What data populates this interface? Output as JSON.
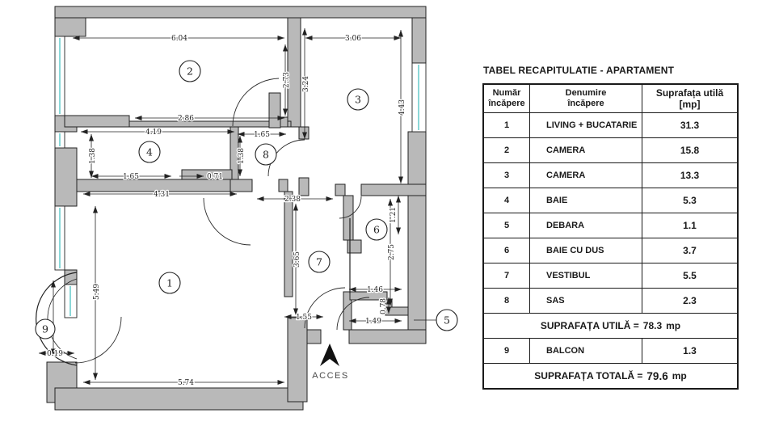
{
  "plan": {
    "acces_label": "ACCES",
    "rooms": {
      "n1": "1",
      "n2": "2",
      "n3": "3",
      "n4": "4",
      "n5": "5",
      "n6": "6",
      "n7": "7",
      "n8": "8",
      "n9": "9"
    },
    "dims": {
      "d604": "6.04",
      "d306": "3.06",
      "d273": "2.73",
      "d324": "3.24",
      "d443": "4.43",
      "d286": "2.86",
      "d419": "4.19",
      "d165a": "1.65",
      "d138a": "1.38",
      "d138b": "1.38",
      "d165b": "1.65",
      "d071": "0.71",
      "d431": "4.31",
      "d238": "2.38",
      "d365": "3.65",
      "d121": "1.21",
      "d275": "2.75",
      "d146": "1.46",
      "d078": "0.78",
      "d149": "1.49",
      "d155": "1.55",
      "d549": "5.49",
      "d574": "5.74",
      "d019": "0.19"
    },
    "colors": {
      "wall": "#b9b9b9",
      "window_glass": "#6ecfcf",
      "line": "#222222"
    }
  },
  "table": {
    "title": "TABEL RECAPITULATIE - APARTAMENT",
    "headers": {
      "col1a": "Număr",
      "col1b": "încăpere",
      "col2a": "Denumire",
      "col2b": "încăpere",
      "col3a": "Suprafața utilă",
      "col3b": "[mp]"
    },
    "rows": [
      {
        "nr": "1",
        "name": "LIVING + BUCATARIE",
        "area": "31.3"
      },
      {
        "nr": "2",
        "name": "CAMERA",
        "area": "15.8"
      },
      {
        "nr": "3",
        "name": "CAMERA",
        "area": "13.3"
      },
      {
        "nr": "4",
        "name": "BAIE",
        "area": "5.3"
      },
      {
        "nr": "5",
        "name": "DEBARA",
        "area": "1.1"
      },
      {
        "nr": "6",
        "name": "BAIE CU DUS",
        "area": "3.7"
      },
      {
        "nr": "7",
        "name": "VESTIBUL",
        "area": "5.5"
      },
      {
        "nr": "8",
        "name": "SAS",
        "area": "2.3"
      }
    ],
    "subtotal": {
      "label": "SUPRAFAȚA UTILĂ =",
      "value": "78.3",
      "unit": "mp"
    },
    "balcony_row": {
      "nr": "9",
      "name": "BALCON",
      "area": "1.3"
    },
    "total": {
      "label": "SUPRAFAȚA TOTALĂ =",
      "value": "79.6",
      "unit": "mp"
    }
  }
}
